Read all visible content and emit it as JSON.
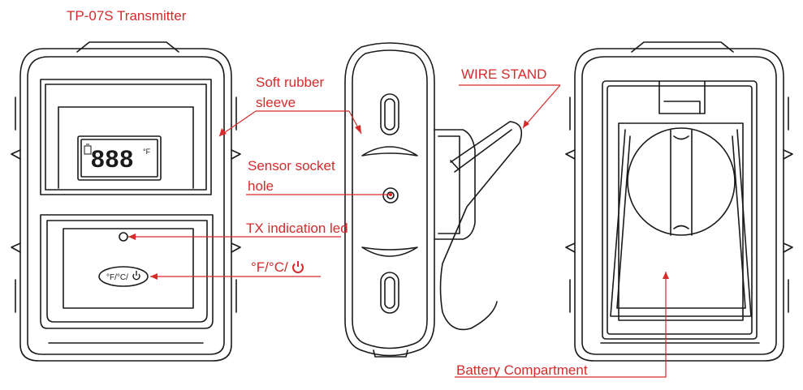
{
  "title": "TP-07S Transmitter",
  "labels": {
    "soft_rubber_line1": "Soft rubber",
    "soft_rubber_line2": "sleeve",
    "sensor_socket_line1": "Sensor socket",
    "sensor_socket_line2": "hole",
    "tx_led": "TX indication led",
    "unit_button": "°F/°C/",
    "wire_stand": "WIRE STAND",
    "battery": "Battery Compartment"
  },
  "device": {
    "lcd_digits": "888",
    "lcd_unit": "°F",
    "button_text": "°F/°C/"
  },
  "colors": {
    "label": "#d62b2b",
    "line": "#1a1a1a",
    "leader": "#d62b2b"
  },
  "icons": [
    "power-icon",
    "led-indicator-icon",
    "battery-icon"
  ]
}
